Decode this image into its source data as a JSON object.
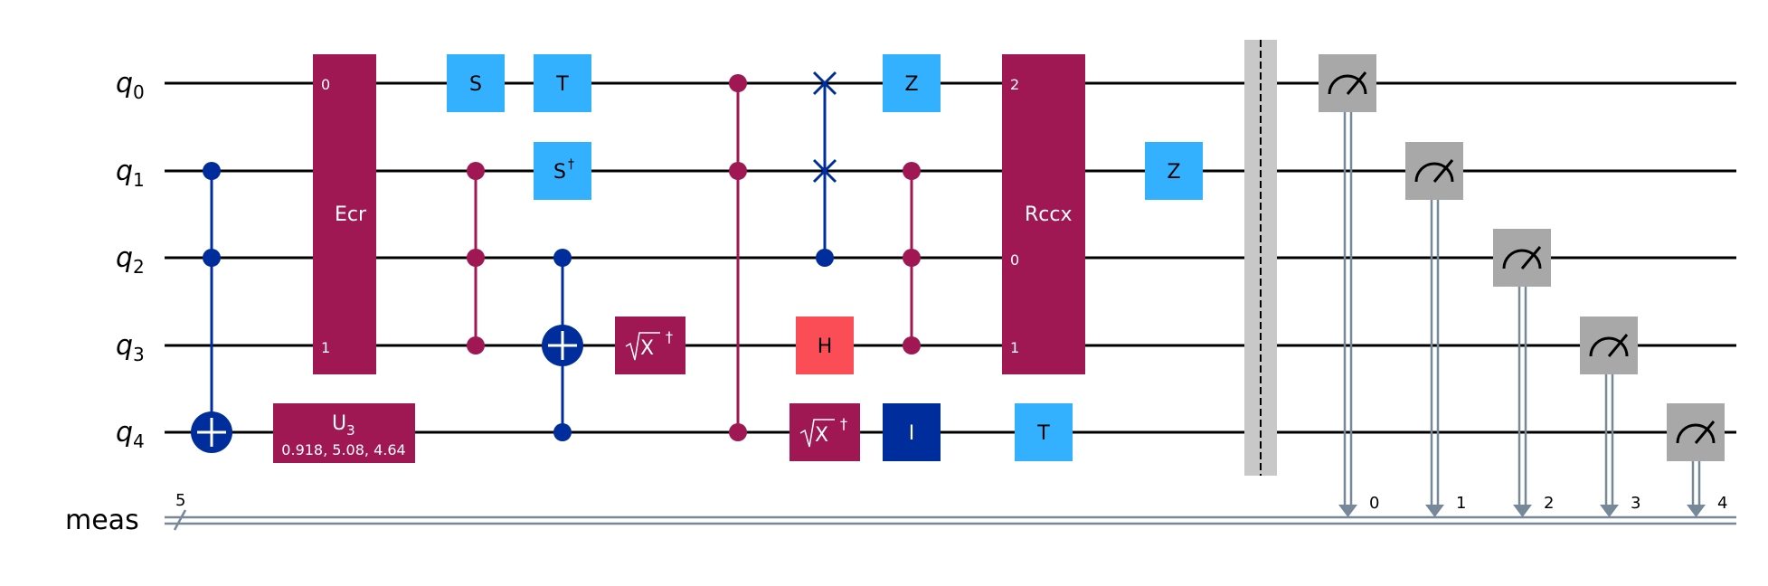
{
  "colors": {
    "wire": "#000000",
    "classical": "#778899",
    "blue_light": "#33B1FF",
    "magenta": "#9F1853",
    "blue_dark": "#002D9C",
    "red": "#FA4D56",
    "measure": "#A8A8A8",
    "barrier": "#C8C8C8"
  },
  "qubits": [
    "q",
    "q",
    "q",
    "q",
    "q"
  ],
  "qubit_indices": [
    "0",
    "1",
    "2",
    "3",
    "4"
  ],
  "classical_register": {
    "label": "meas",
    "size": "5"
  },
  "gates": {
    "ecr": {
      "label": "Ecr",
      "port_top": "0",
      "port_bottom": "1"
    },
    "u3": {
      "label": "U",
      "sub": "3",
      "params": "0.918, 5.08, 4.64"
    },
    "s": "S",
    "t": "T",
    "sdg": "S",
    "sdg_sup": "†",
    "sxdg_a": "X",
    "sxdg_b": "X",
    "sxdg_sup": "†",
    "h": "H",
    "i": "I",
    "z0": "Z",
    "z1": "Z",
    "t4": "T",
    "rccx": {
      "label": "Rccx",
      "port_q0": "2",
      "port_q2": "0",
      "port_q3": "1"
    }
  },
  "measure_bits": [
    "0",
    "1",
    "2",
    "3",
    "4"
  ]
}
